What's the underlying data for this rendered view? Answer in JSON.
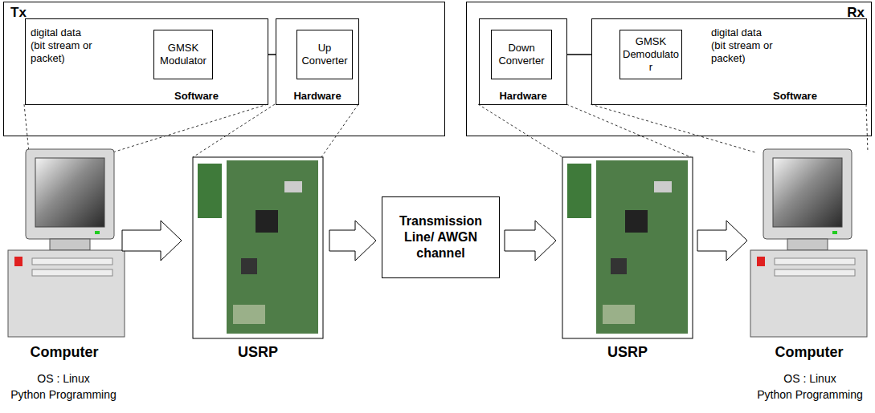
{
  "diagram": {
    "nodes": [
      {
        "text": [
          "Tx"
        ]
      },
      {
        "text": [
          "Software"
        ],
        "in": 0
      },
      {
        "text": [
          "GMSK Modulator"
        ],
        "in": 1
      },
      {
        "text": [
          "Hardware"
        ],
        "in": 0
      },
      {
        "text": [
          "Up Converter"
        ],
        "in": 3
      },
      {
        "text": [
          "Rx"
        ]
      },
      {
        "text": [
          "Hardware"
        ],
        "in": 5
      },
      {
        "text": [
          "Down Converter"
        ],
        "in": 6
      },
      {
        "text": [
          "Software"
        ],
        "in": 5
      },
      {
        "text": [
          "GMSK Demodulato r"
        ],
        "in": 8
      },
      {
        "text": [
          "Transmission Line/ AWGN channel"
        ]
      }
    ],
    "edges": [
      {
        "from": 2,
        "to": 4,
        "arrow": "to"
      },
      {
        "from": 7,
        "to": 9,
        "arrow": "to"
      }
    ],
    "labels": [
      "digital data (bit stream or packet)",
      "digital data (bit stream or packet)",
      "Computer",
      "USRP",
      "USRP",
      "Computer",
      "OS : Linux",
      "Python Programming",
      "OS : Linux",
      "Python Programming"
    ]
  }
}
